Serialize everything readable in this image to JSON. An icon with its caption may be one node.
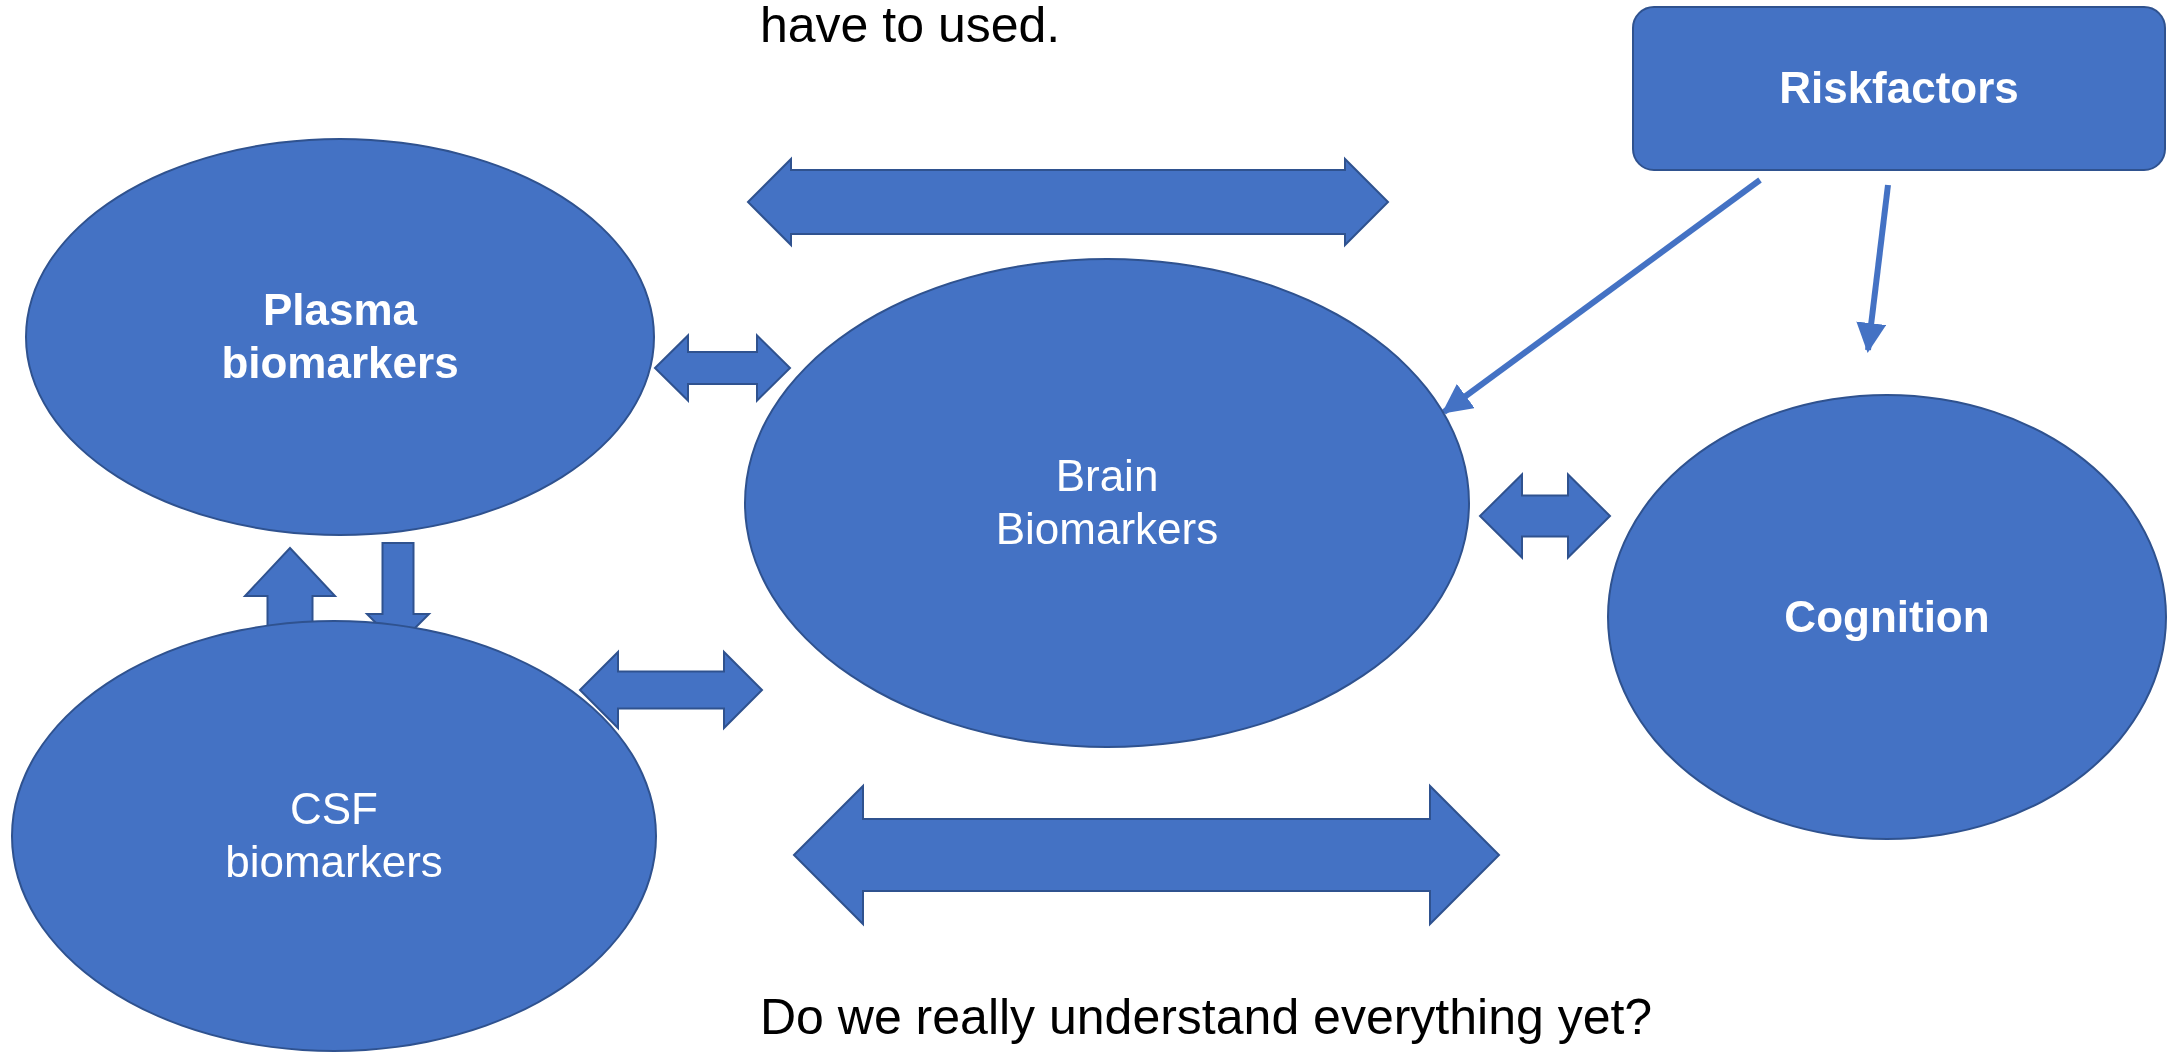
{
  "diagram": {
    "nodes": [
      {
        "text": [
          "Riskfactors"
        ]
      },
      {
        "text": [
          "Plasma biomarkers"
        ]
      },
      {
        "text": [
          "Brain Biomarkers"
        ]
      },
      {
        "text": [
          "Cognition"
        ]
      },
      {
        "text": [
          "CSF biomarkers"
        ]
      }
    ],
    "edges": [
      {
        "from": 1,
        "to": 3,
        "arrow": "both"
      },
      {
        "from": 0,
        "to": 2,
        "arrow": "to"
      },
      {
        "from": 0,
        "to": 3,
        "arrow": "to"
      },
      {
        "from": 1,
        "to": 2,
        "arrow": "both"
      },
      {
        "from": 2,
        "to": 3,
        "arrow": "both"
      },
      {
        "from": 1,
        "to": 4,
        "arrow": "to"
      },
      {
        "from": 4,
        "to": 1,
        "arrow": "to"
      },
      {
        "from": 4,
        "to": 2,
        "arrow": "both"
      },
      {
        "from": 4,
        "to": 3,
        "arrow": "both"
      }
    ],
    "labels": [
      "have to used.",
      "Do we really understand everything yet?"
    ]
  }
}
